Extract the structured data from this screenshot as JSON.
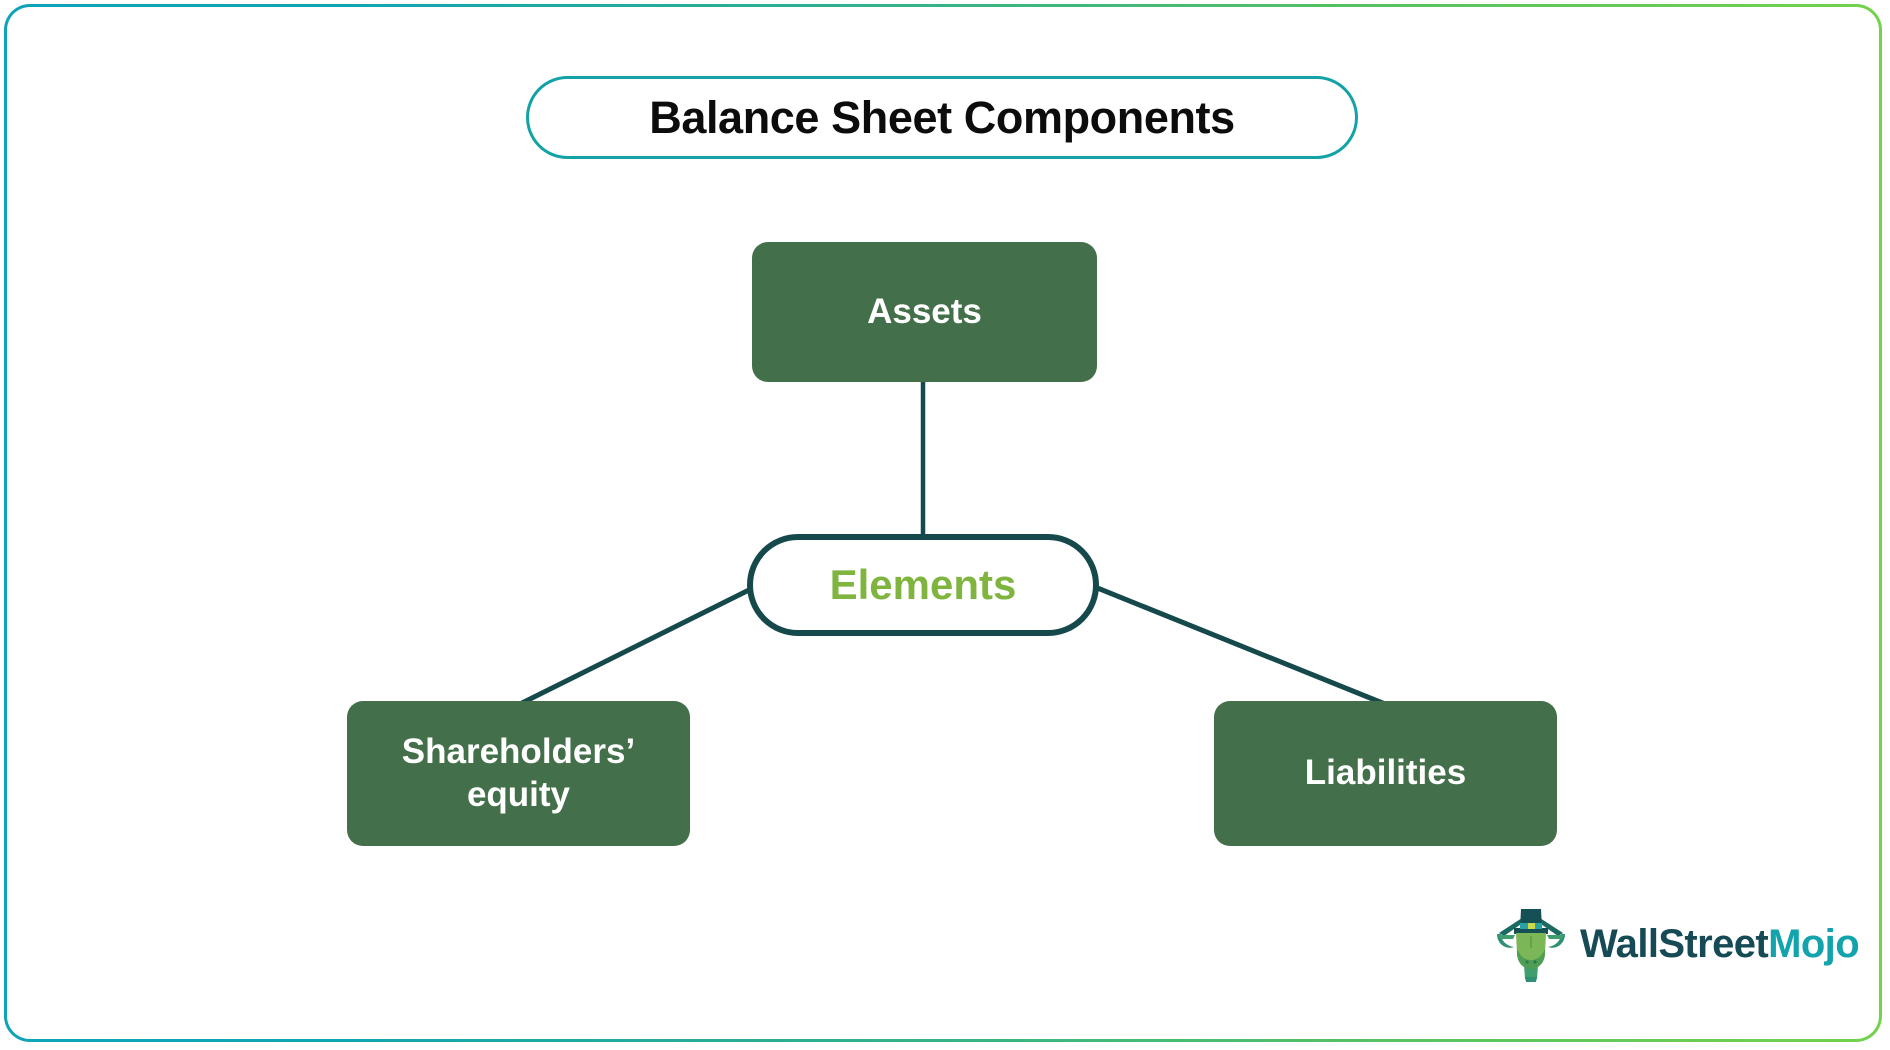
{
  "page": {
    "background_color": "#ffffff",
    "frame_gradient_from": "#0ea3b8",
    "frame_gradient_to": "#73d24c"
  },
  "title": {
    "text": "Balance Sheet Components",
    "border_color": "#13a2a6",
    "text_color": "#0c0c0c"
  },
  "diagram": {
    "type": "node-link",
    "center_node": {
      "label": "Elements",
      "text_color": "#7fb53f",
      "border_color": "#16494c",
      "fill_color": "#ffffff"
    },
    "nodes": [
      {
        "id": "assets",
        "label": "Assets",
        "fill_color": "#43704a",
        "text_color": "#ffffff"
      },
      {
        "id": "shareholders-equity",
        "label": "Shareholders’ equity",
        "fill_color": "#43704a",
        "text_color": "#ffffff"
      },
      {
        "id": "liabilities",
        "label": "Liabilities",
        "fill_color": "#43704a",
        "text_color": "#ffffff"
      }
    ],
    "edges": [
      {
        "from": "elements",
        "to": "assets"
      },
      {
        "from": "elements",
        "to": "shareholders-equity"
      },
      {
        "from": "elements",
        "to": "liabilities"
      }
    ],
    "edge_color": "#16494c"
  },
  "logo": {
    "word_primary": "WallStreet",
    "word_accent": "Mojo",
    "primary_color": "#164a55",
    "accent_color": "#12a3ad",
    "mark_name": "wallstreetmojo-bull-icon"
  }
}
